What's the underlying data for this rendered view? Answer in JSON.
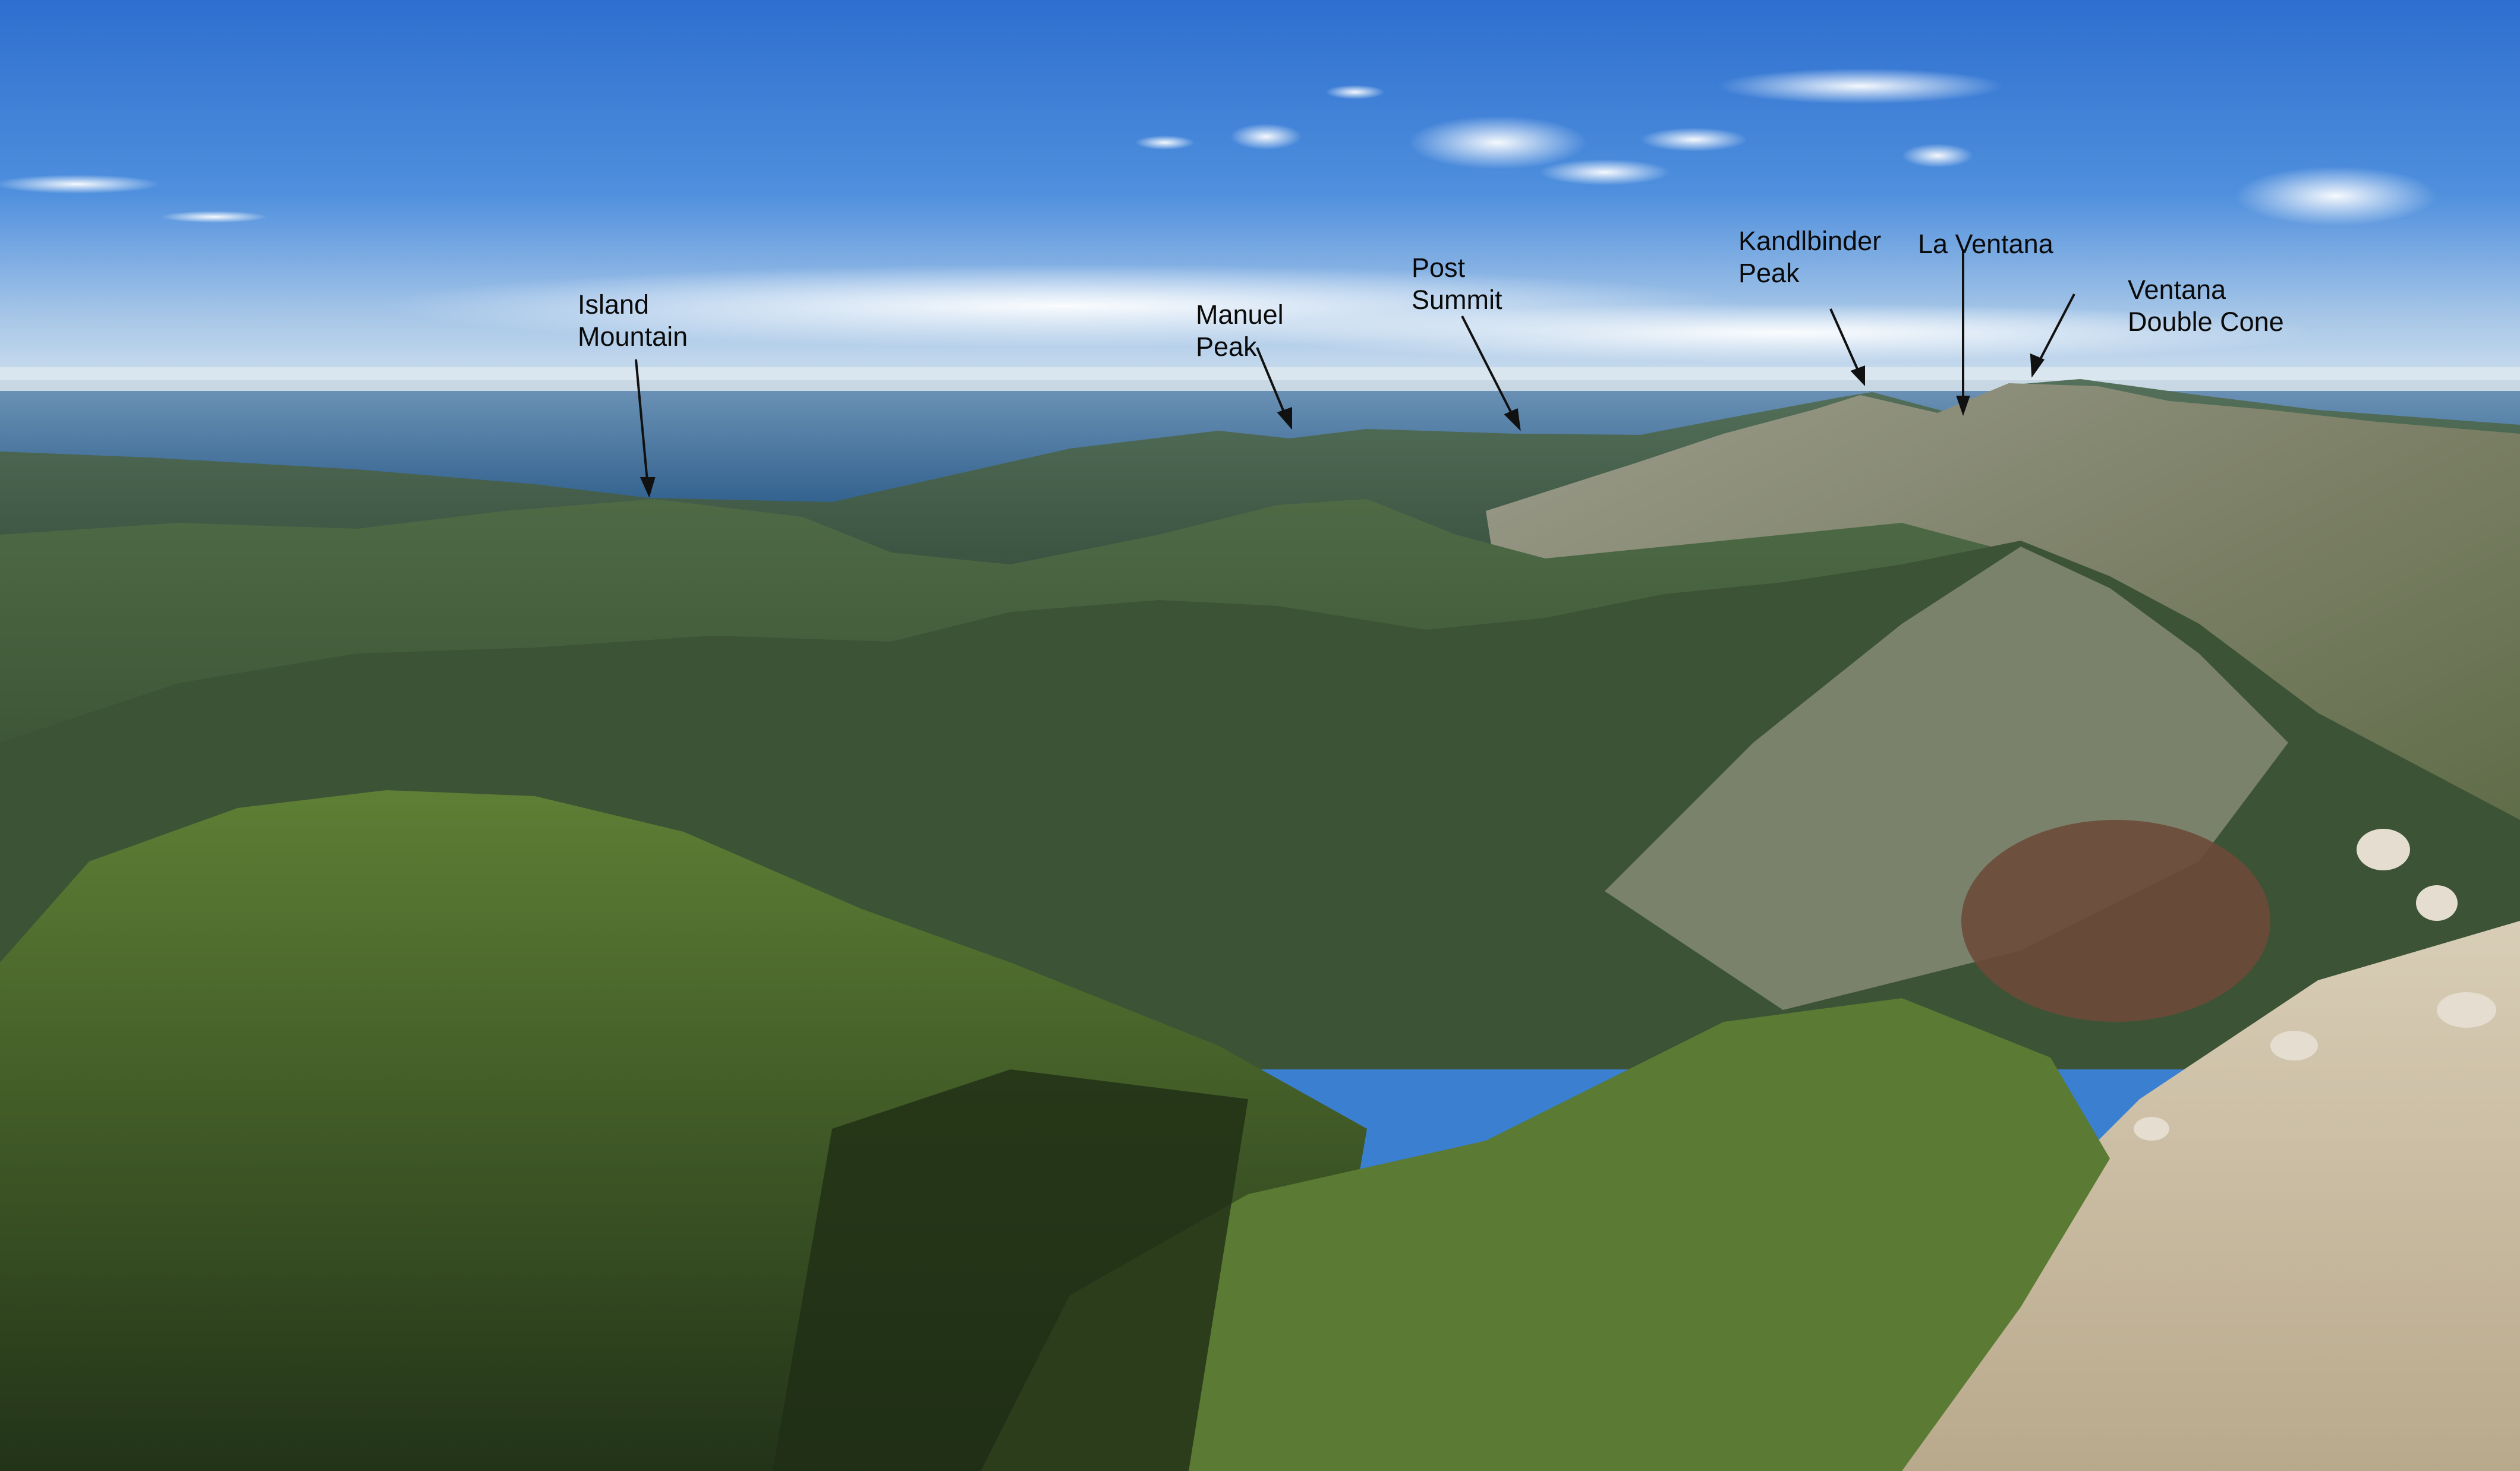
{
  "colors": {
    "sky_top": "#2f72d1",
    "sky_mid": "#5c9ae0",
    "haze": "#e8eef3",
    "ocean": "#3e6f99",
    "ridge_far": "#4f6a55",
    "ridge_mid": "#3f5a3e",
    "rock": "#a8a899",
    "shrub": "#4a6a2c",
    "soil": "#cfc4ae"
  },
  "labels": {
    "island_mountain": [
      "Island",
      "Mountain"
    ],
    "manuel_peak": [
      "Manuel",
      "Peak"
    ],
    "post_summit": [
      "Post",
      "Summit"
    ],
    "kandlbinder_peak": [
      "Kandlbinder",
      "Peak"
    ],
    "la_ventana": [
      "La Ventana"
    ],
    "ventana_double_cone": [
      "Ventana",
      "Double Cone"
    ]
  }
}
